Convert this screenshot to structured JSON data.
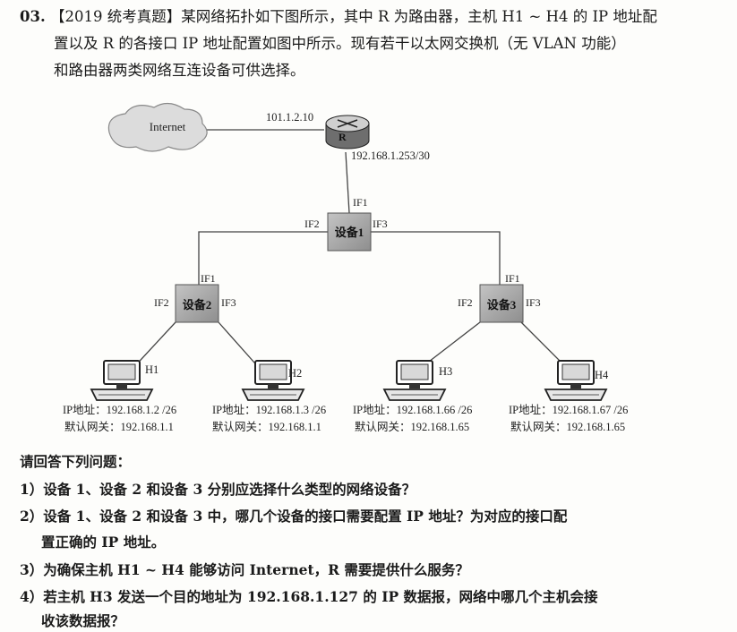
{
  "intro": {
    "number": "03.",
    "source": "【2019 统考真题】",
    "line1_rest": "某网络拓扑如下图所示，其中 R 为路由器，主机 H1 ~ H4 的 IP 地址配",
    "line2": "置以及 R 的各接口 IP 地址配置如图中所示。现有若干以太网交换机（无 VLAN 功能）",
    "line3": "和路由器两类网络互连设备可供选择。"
  },
  "diagram": {
    "internet_label": "Internet",
    "router_label": "R",
    "router_outside_ip": "101.1.2.10",
    "router_inside_ip": "192.168.1.253/30",
    "device1": {
      "label": "设备1",
      "if1": "IF1",
      "if2": "IF2",
      "if3": "IF3"
    },
    "device2": {
      "label": "设备2",
      "if1": "IF1",
      "if2": "IF2",
      "if3": "IF3"
    },
    "device3": {
      "label": "设备3",
      "if1": "IF1",
      "if2": "IF2",
      "if3": "IF3"
    },
    "hosts": [
      {
        "name": "H1",
        "ip": "IP地址：192.168.1.2 /26",
        "gw": "默认网关：192.168.1.1"
      },
      {
        "name": "H2",
        "ip": "IP地址：192.168.1.3 /26",
        "gw": "默认网关：192.168.1.1"
      },
      {
        "name": "H3",
        "ip": "IP地址：192.168.1.66 /26",
        "gw": "默认网关：192.168.1.65"
      },
      {
        "name": "H4",
        "ip": "IP地址：192.168.1.67 /26",
        "gw": "默认网关：192.168.1.65"
      }
    ]
  },
  "questions": {
    "prompt": "请回答下列问题：",
    "q1": "1）设备 1、设备 2 和设备 3 分别应选择什么类型的网络设备？",
    "q2_line1": "2）设备 1、设备 2 和设备 3 中，哪几个设备的接口需要配置 IP 地址？为对应的接口配",
    "q2_line2": "置正确的 IP 地址。",
    "q3": "3）为确保主机 H1 ~ H4 能够访问 Internet，R 需要提供什么服务？",
    "q4_line1": "4）若主机 H3 发送一个目的地址为 192.168.1.127 的 IP 数据报，网络中哪几个主机会接",
    "q4_line2": "收该数据报？"
  }
}
